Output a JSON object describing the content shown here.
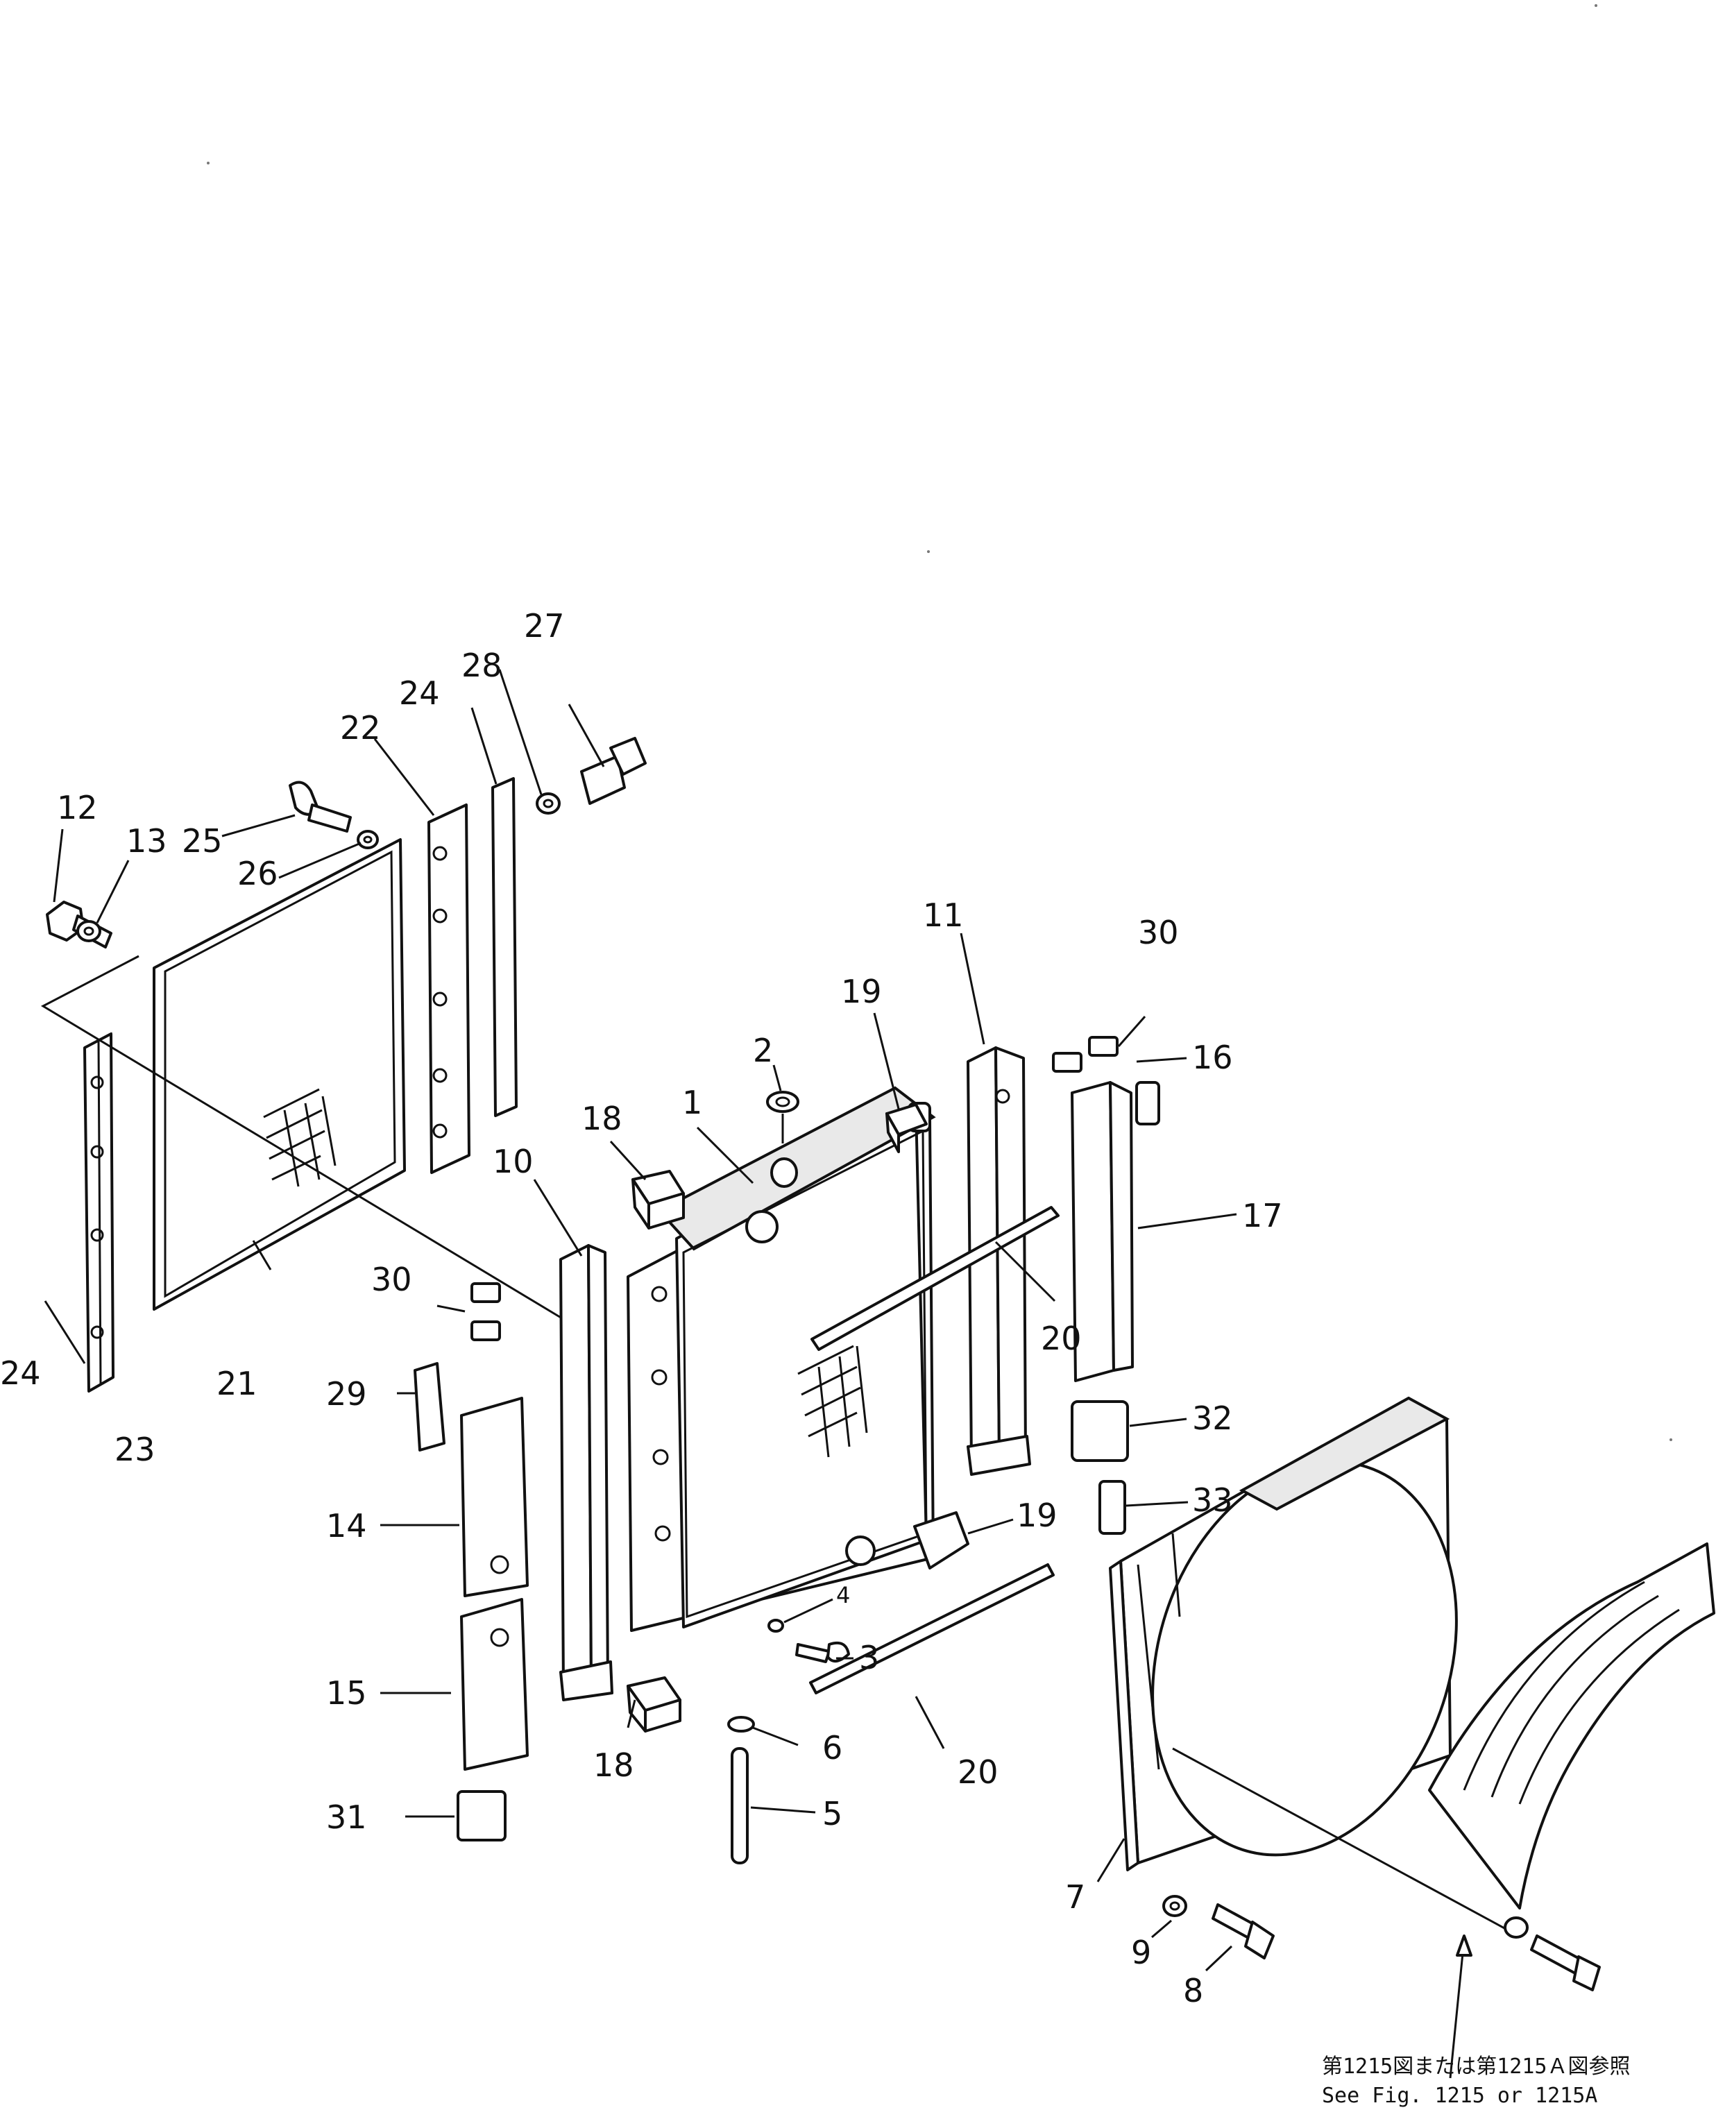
{
  "diagram": {
    "callouts": [
      "1",
      "2",
      "3",
      "4",
      "5",
      "6",
      "7",
      "8",
      "9",
      "10",
      "11",
      "12",
      "13",
      "14",
      "15",
      "16",
      "17",
      "18",
      "18",
      "19",
      "19",
      "20",
      "20",
      "21",
      "22",
      "23",
      "24",
      "24",
      "25",
      "26",
      "27",
      "28",
      "29",
      "30",
      "30",
      "31",
      "32",
      "33"
    ],
    "reference_note": {
      "japanese": "第1215図または第1215Ａ図参照",
      "english": "See  Fig.  1215  or  1215A"
    }
  }
}
